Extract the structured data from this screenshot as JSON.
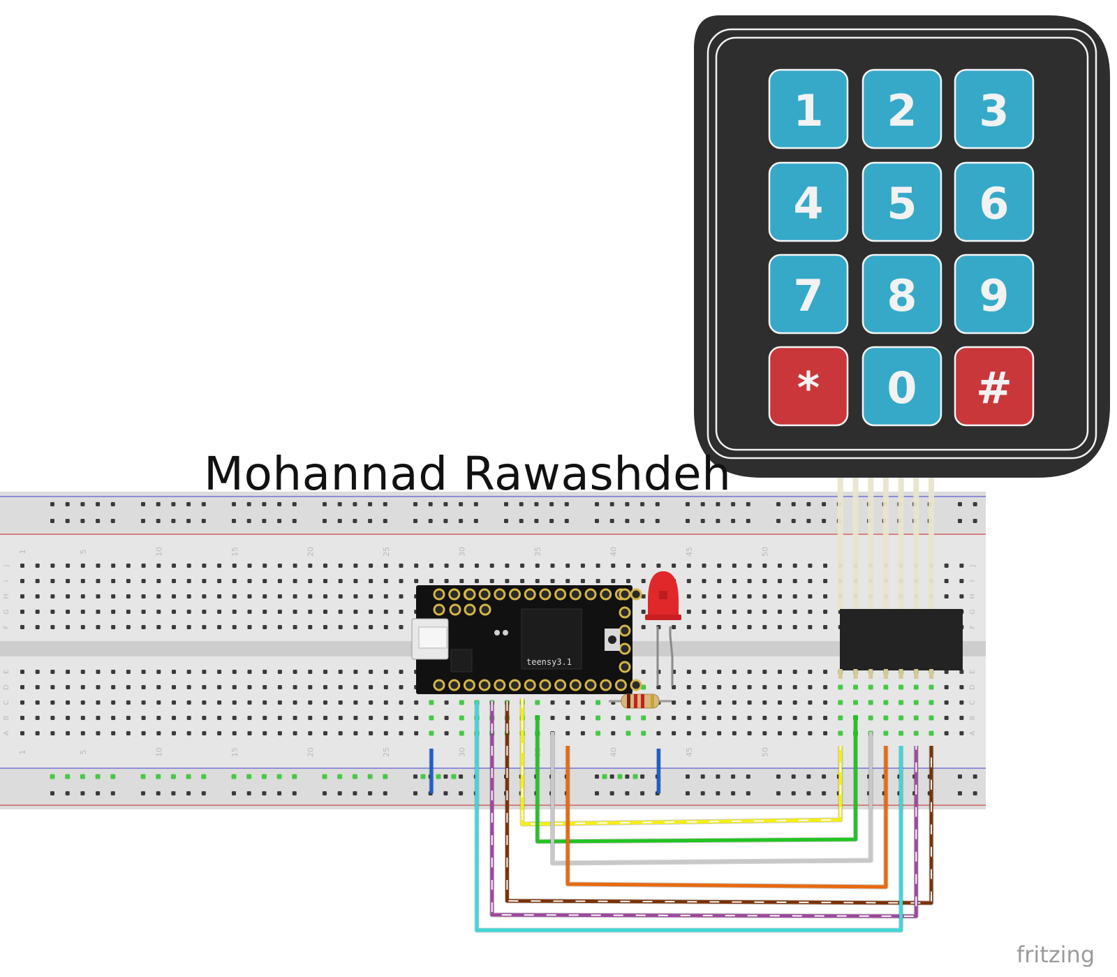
{
  "title": "Mohannad Rawashdeh",
  "watermark": "fritzing",
  "keypad": {
    "rows": [
      [
        "1",
        "2",
        "3"
      ],
      [
        "4",
        "5",
        "6"
      ],
      [
        "7",
        "8",
        "9"
      ],
      [
        "*",
        "0",
        "#"
      ]
    ],
    "key_color": "#36a9c9",
    "special_key_color": "#c9373a",
    "special_keys": [
      "*",
      "#"
    ],
    "body_color": "#2e2e2e"
  },
  "breadboard": {
    "column_numbers": [
      "1",
      "5",
      "10",
      "15",
      "20",
      "25",
      "30",
      "35",
      "40",
      "45",
      "50"
    ],
    "top_row_letters": [
      "J",
      "I",
      "H",
      "G",
      "F"
    ],
    "bottom_row_letters": [
      "E",
      "D",
      "C",
      "B",
      "A"
    ]
  },
  "teensy": {
    "label": "teensy3.1"
  },
  "led": {
    "color": "#e0282a"
  },
  "wires": [
    {
      "color": "#f5ee16",
      "name": "yellow"
    },
    {
      "color": "#22c422",
      "name": "green"
    },
    {
      "color": "#c8c8c8",
      "name": "white"
    },
    {
      "color": "#e86a10",
      "name": "orange"
    },
    {
      "color": "#7a3208",
      "name": "brown"
    },
    {
      "color": "#9b4a9b",
      "name": "purple"
    },
    {
      "color": "#3fd6d6",
      "name": "cyan"
    },
    {
      "color": "#1a5fc9",
      "name": "blue"
    }
  ]
}
